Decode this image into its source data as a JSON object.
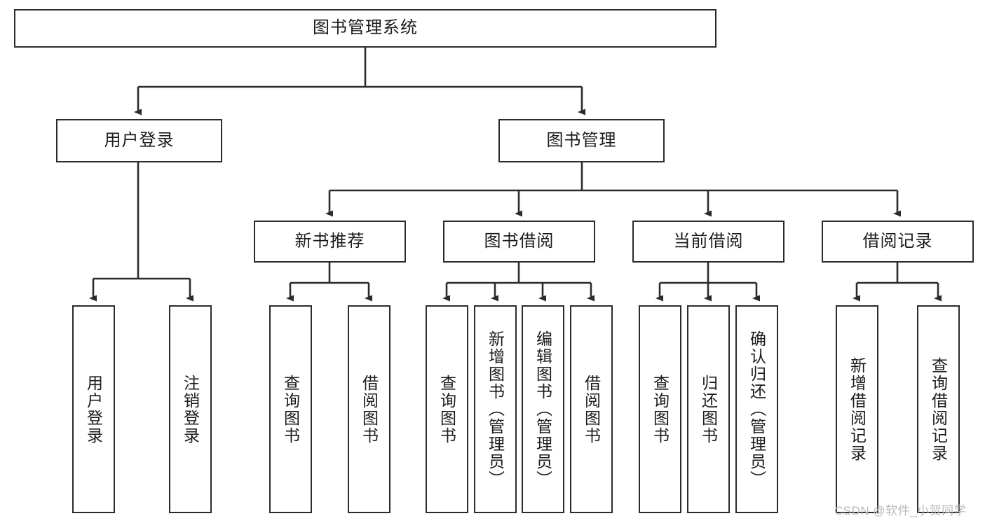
{
  "diagram": {
    "title": "图书管理系统",
    "type": "tree",
    "colors": {
      "box_border": "#2b2b2b",
      "box_fill": "#ffffff",
      "edge": "#2b2b2b",
      "text": "#1b1b1b",
      "watermark": "#b9b9b9"
    },
    "levels": {
      "root": {
        "label": "图书管理系统"
      },
      "level2": [
        {
          "label": "用户登录"
        },
        {
          "label": "图书管理"
        }
      ],
      "level3": [
        {
          "label": "新书推荐"
        },
        {
          "label": "图书借阅"
        },
        {
          "label": "当前借阅"
        },
        {
          "label": "借阅记录"
        }
      ],
      "leaves": {
        "user_login": [
          {
            "label": "用户登录"
          },
          {
            "label": "注销登录"
          }
        ],
        "new_book_recommend": [
          {
            "label": "查询图书"
          },
          {
            "label": "借阅图书"
          }
        ],
        "book_borrow": [
          {
            "label": "查询图书"
          },
          {
            "label": "新增图书（管理员）"
          },
          {
            "label": "编辑图书（管理员）"
          },
          {
            "label": "借阅图书"
          }
        ],
        "current_borrow": [
          {
            "label": "查询图书"
          },
          {
            "label": "归还图书"
          },
          {
            "label": "确认归还（管理员）"
          }
        ],
        "borrow_record": [
          {
            "label": "新增借阅记录"
          },
          {
            "label": "查询借阅记录"
          }
        ]
      }
    }
  },
  "watermark": {
    "text": "CSDN @软件_小贺同学"
  }
}
